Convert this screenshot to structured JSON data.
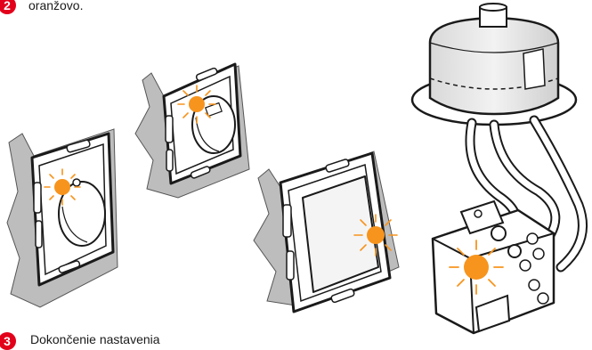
{
  "steps": [
    {
      "number": "2",
      "text": "oranžovo."
    },
    {
      "number": "3",
      "text": "Dokončenie nastavenia"
    }
  ],
  "colors": {
    "accent": "#e2001a",
    "led": "#f7941d",
    "led_rays": "#f7941d",
    "outline": "#1a1a1a",
    "wall": "#bdbdbd"
  },
  "icons": [
    "step-number-badge",
    "led-glow"
  ]
}
